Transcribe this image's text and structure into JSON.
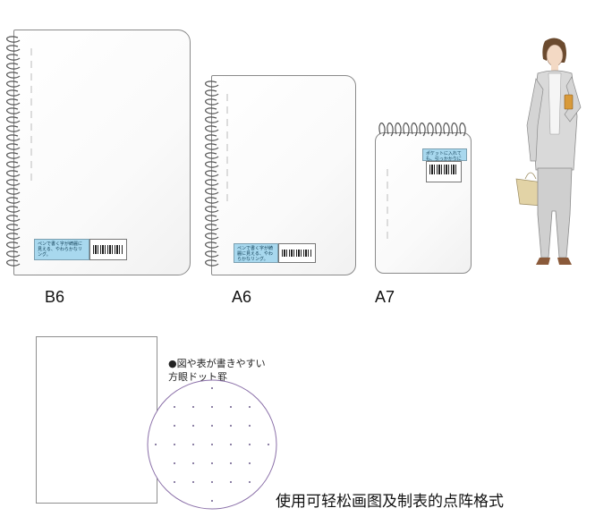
{
  "notebooks": [
    {
      "size": "B6",
      "label_text": "ペンで書く字が綺麗に見える、やわらかなリング。"
    },
    {
      "size": "A6",
      "label_text": "ペンで書く字が綺麗に見える、やわらかなリング。"
    },
    {
      "size": "A7",
      "label_text": "ポケットに入れても、引っかかりにくい。"
    }
  ],
  "dot_grid": {
    "line1": "●図や表が書きやすい",
    "line2": "方眼ドット罫"
  },
  "caption": "使用可轻松画图及制表的点阵格式",
  "colors": {
    "label_blue": "#a8d8ee",
    "outline": "#8a8a8a",
    "circle_outline": "#8a6fa8"
  },
  "icons": [
    "spiral-ring-icon",
    "barcode-icon",
    "woman-illustration"
  ]
}
